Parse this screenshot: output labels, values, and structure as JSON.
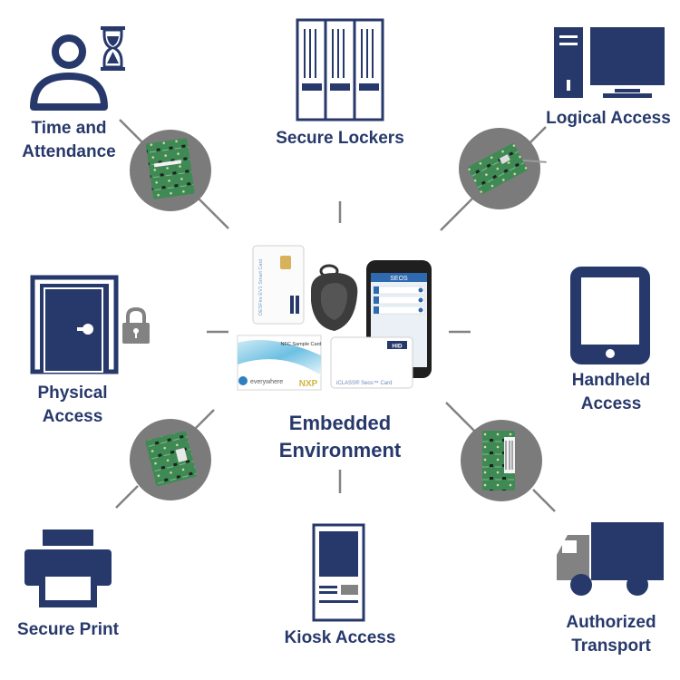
{
  "center": {
    "line1": "Embedded",
    "line2": "Environment"
  },
  "nodes": {
    "time_attendance": {
      "line1": "Time and",
      "line2": "Attendance"
    },
    "secure_lockers": {
      "label": "Secure Lockers"
    },
    "logical_access": {
      "label": "Logical Access"
    },
    "physical_access": {
      "line1": "Physical",
      "line2": "Access"
    },
    "handheld_access": {
      "line1": "Handheld",
      "line2": "Access"
    },
    "secure_print": {
      "label": "Secure Print"
    },
    "kiosk_access": {
      "label": "Kiosk Access"
    },
    "authorized_transport": {
      "line1": "Authorized",
      "line2": "Transport"
    }
  },
  "products": {
    "phone_app_title": "SEOS",
    "hid_logo": "HID",
    "iclass_card_text": "iCLASS® Seos™ Card",
    "nfc_card_title": "NFC Sample Card",
    "nfc_card_brand": "everywhere",
    "nxp_logo": "NXP",
    "desfire_card_text": "DESFire EV1 Smart Card"
  },
  "colors": {
    "navy": "#27396b",
    "gray": "#828282",
    "circle_gray": "#7b7b7b",
    "pcb_green": "#3f8a54"
  }
}
